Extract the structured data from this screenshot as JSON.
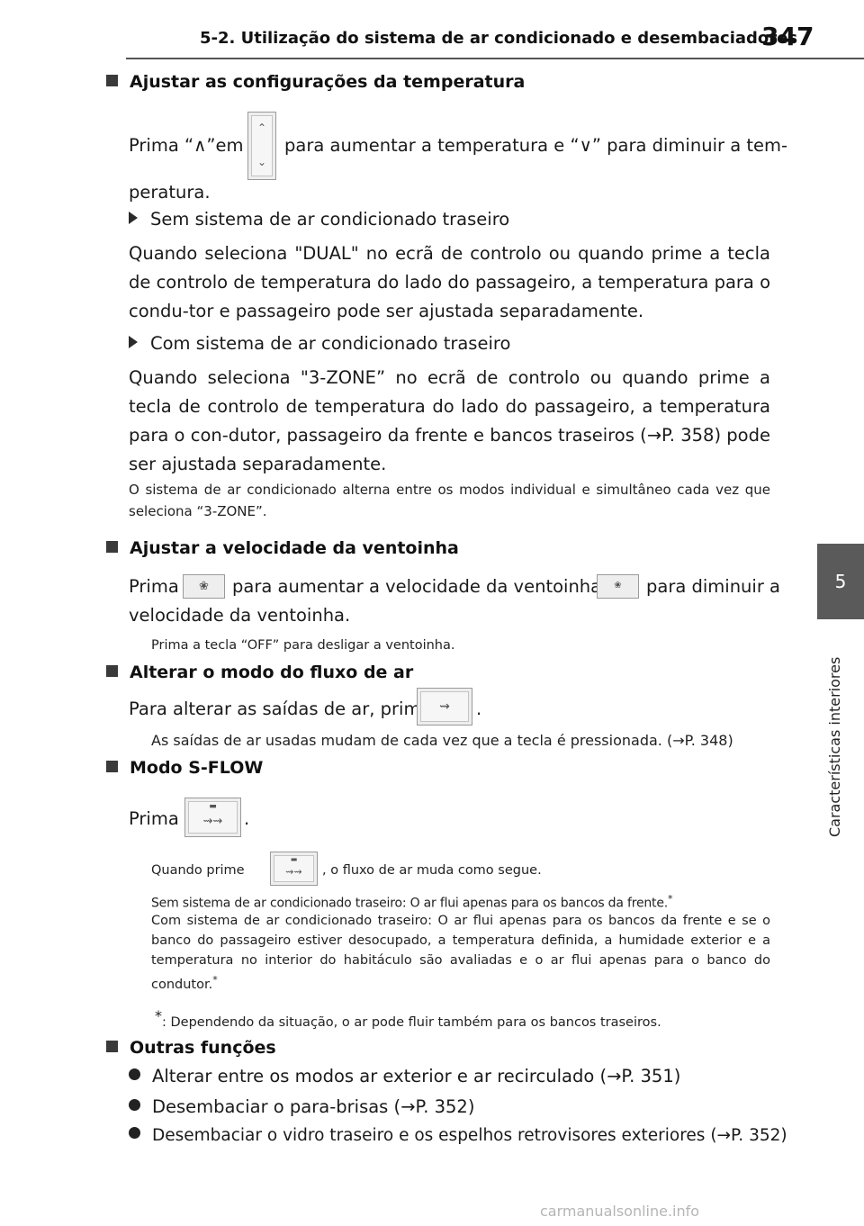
{
  "header": {
    "title": "5-2. Utilização do sistema de ar condicionado e desembaciadores",
    "page_number": "347"
  },
  "side": {
    "chapter_number": "5",
    "chapter_title": "Características interiores"
  },
  "sections": {
    "temp": {
      "heading": "Ajustar as configurações da temperatura",
      "line1_a": "Prima “",
      "up_symbol": "∧",
      "line1_b": "”em",
      "line1_c": "para aumentar a temperatura e “",
      "down_symbol": "∨",
      "line1_d": "” para diminuir a tem-",
      "line2": "peratura.",
      "item1_label": "Sem sistema de ar condicionado traseiro",
      "item1_text": "Quando seleciona \"DUAL\" no ecrã de controlo ou quando prime a tecla de controlo de temperatura do lado do passageiro, a temperatura para o condu-tor e passageiro pode ser ajustada separadamente.",
      "item2_label": "Com sistema de ar condicionado traseiro",
      "item2_text": "Quando seleciona \"3-ZONE” no ecrã de controlo ou quando prime a tecla de controlo de temperatura do lado do passageiro, a temperatura para o con-dutor, passageiro da frente e bancos traseiros (→P. 358) pode ser ajustada separadamente.",
      "note": "O sistema de ar condicionado alterna entre os modos individual e simultâneo cada vez que seleciona “3-ZONE”."
    },
    "fan": {
      "heading": "Ajustar a velocidade da ventoinha",
      "text_a": "Prima",
      "text_b": "para aumentar a velocidade da ventoinha e",
      "text_c": "para diminuir a",
      "text_d": "velocidade da ventoinha.",
      "note": "Prima a tecla “OFF” para desligar a ventoinha."
    },
    "airflow": {
      "heading": "Alterar o modo do fluxo de ar",
      "text_a": "Para alterar as saídas de ar, prima",
      "text_b": ".",
      "note": "As saídas de ar usadas mudam de cada vez que a tecla é pressionada. (→P. 348)"
    },
    "sflow": {
      "heading": "Modo S-FLOW",
      "text_a": "Prima",
      "text_b": ".",
      "note_a": "Quando prime",
      "note_b": ", o fluxo de ar muda como segue.",
      "note_line2": "Sem sistema de ar condicionado traseiro: O ar flui apenas para os bancos da frente.",
      "note_line3": "Com sistema de ar condicionado traseiro: O ar flui apenas para os bancos da frente e se o banco do passageiro estiver desocupado, a temperatura definida, a humidade exterior e a temperatura no interior do habitáculo são avaliadas e o ar flui apenas para o banco do condutor.",
      "asterisk": "*",
      "footnote": ": Dependendo da situação, o ar pode fluir também para os bancos traseiros."
    },
    "other": {
      "heading": "Outras funções",
      "bullets": [
        "Alterar entre os modos ar exterior e ar recirculado (→P. 351)",
        "Desembaciar o para-brisas (→P. 352)",
        "Desembaciar o vidro traseiro e os espelhos retrovisores exteriores (→P. 352)"
      ]
    }
  },
  "watermark": "carmanualsonline.info"
}
